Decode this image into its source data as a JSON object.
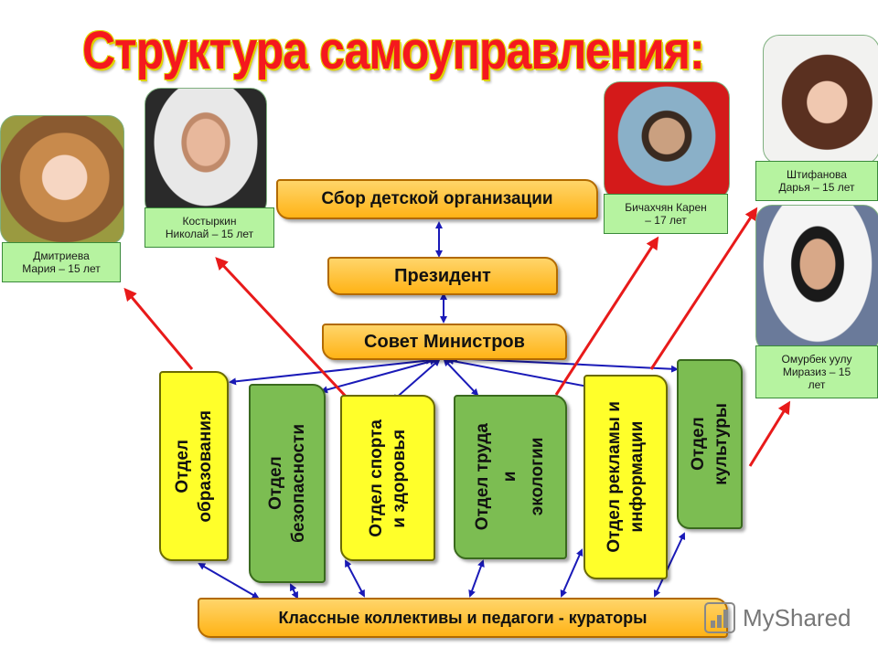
{
  "title": "Структура самоуправления:",
  "boxes": {
    "sbor": "Сбор детской организации",
    "president": "Президент",
    "sovet": "Совет Министров",
    "dept_education": "Отдел\nобразования",
    "dept_security": "Отдел\nбезопасности",
    "dept_sport": "Отдел спорта\nи здоровья",
    "dept_labor": "Отдел труда\nи\nэкологии",
    "dept_ads": "Отдел рекламы и\nинформации",
    "dept_culture": "Отдел\nкультуры",
    "bottom": "Классные коллективы и педагоги - кураторы"
  },
  "people": [
    {
      "name": "Дмитриева\nМария – 15 лет"
    },
    {
      "name": "Костыркин\nНиколай – 15 лет"
    },
    {
      "name": "Бичахчян Карен\n– 17 лет"
    },
    {
      "name": "Штифанова\nДарья  – 15 лет"
    },
    {
      "name": "Омурбек уулу\nМиразиз – 15\nлет"
    }
  ],
  "watermark": "MyShared",
  "colors": {
    "title": "#f5181e",
    "orange_box": "#ffb316",
    "yellow_box": "#ffff2a",
    "green_box": "#7cbd52",
    "blue_arrow": "#1a1ab8",
    "red_arrow": "#e81a1a",
    "name_card": "#b6f3a0"
  }
}
